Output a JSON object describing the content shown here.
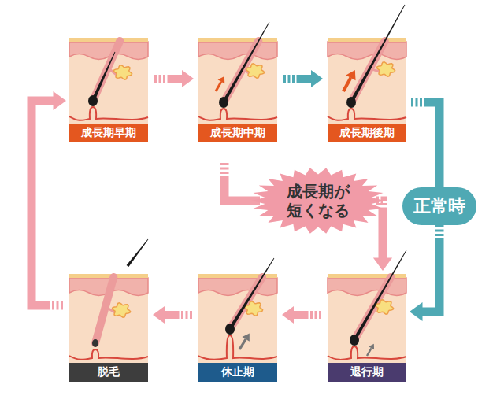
{
  "diagram": {
    "nodes": [
      {
        "text": [
          "成長期早期"
        ]
      },
      {
        "text": [
          "成長期中期"
        ]
      },
      {
        "text": [
          "成長期後期"
        ]
      },
      {
        "text": [
          "成長期が 短くなる"
        ]
      },
      {
        "text": [
          "正常時"
        ]
      },
      {
        "text": [
          "脱毛"
        ]
      },
      {
        "text": [
          "休止期"
        ]
      },
      {
        "text": [
          "退行期"
        ]
      }
    ],
    "edges": [
      {
        "from": 0,
        "to": 1,
        "arrow": "to"
      },
      {
        "from": 1,
        "to": 2,
        "arrow": "to"
      },
      {
        "from": 2,
        "to": 4,
        "arrow": "none"
      },
      {
        "from": 4,
        "to": 7,
        "arrow": "to"
      },
      {
        "from": 1,
        "to": 3,
        "arrow": "none"
      },
      {
        "from": 3,
        "to": 7,
        "arrow": "to"
      },
      {
        "from": 7,
        "to": 6,
        "arrow": "to"
      },
      {
        "from": 6,
        "to": 5,
        "arrow": "to"
      },
      {
        "from": 5,
        "to": 0,
        "arrow": "to"
      }
    ]
  }
}
